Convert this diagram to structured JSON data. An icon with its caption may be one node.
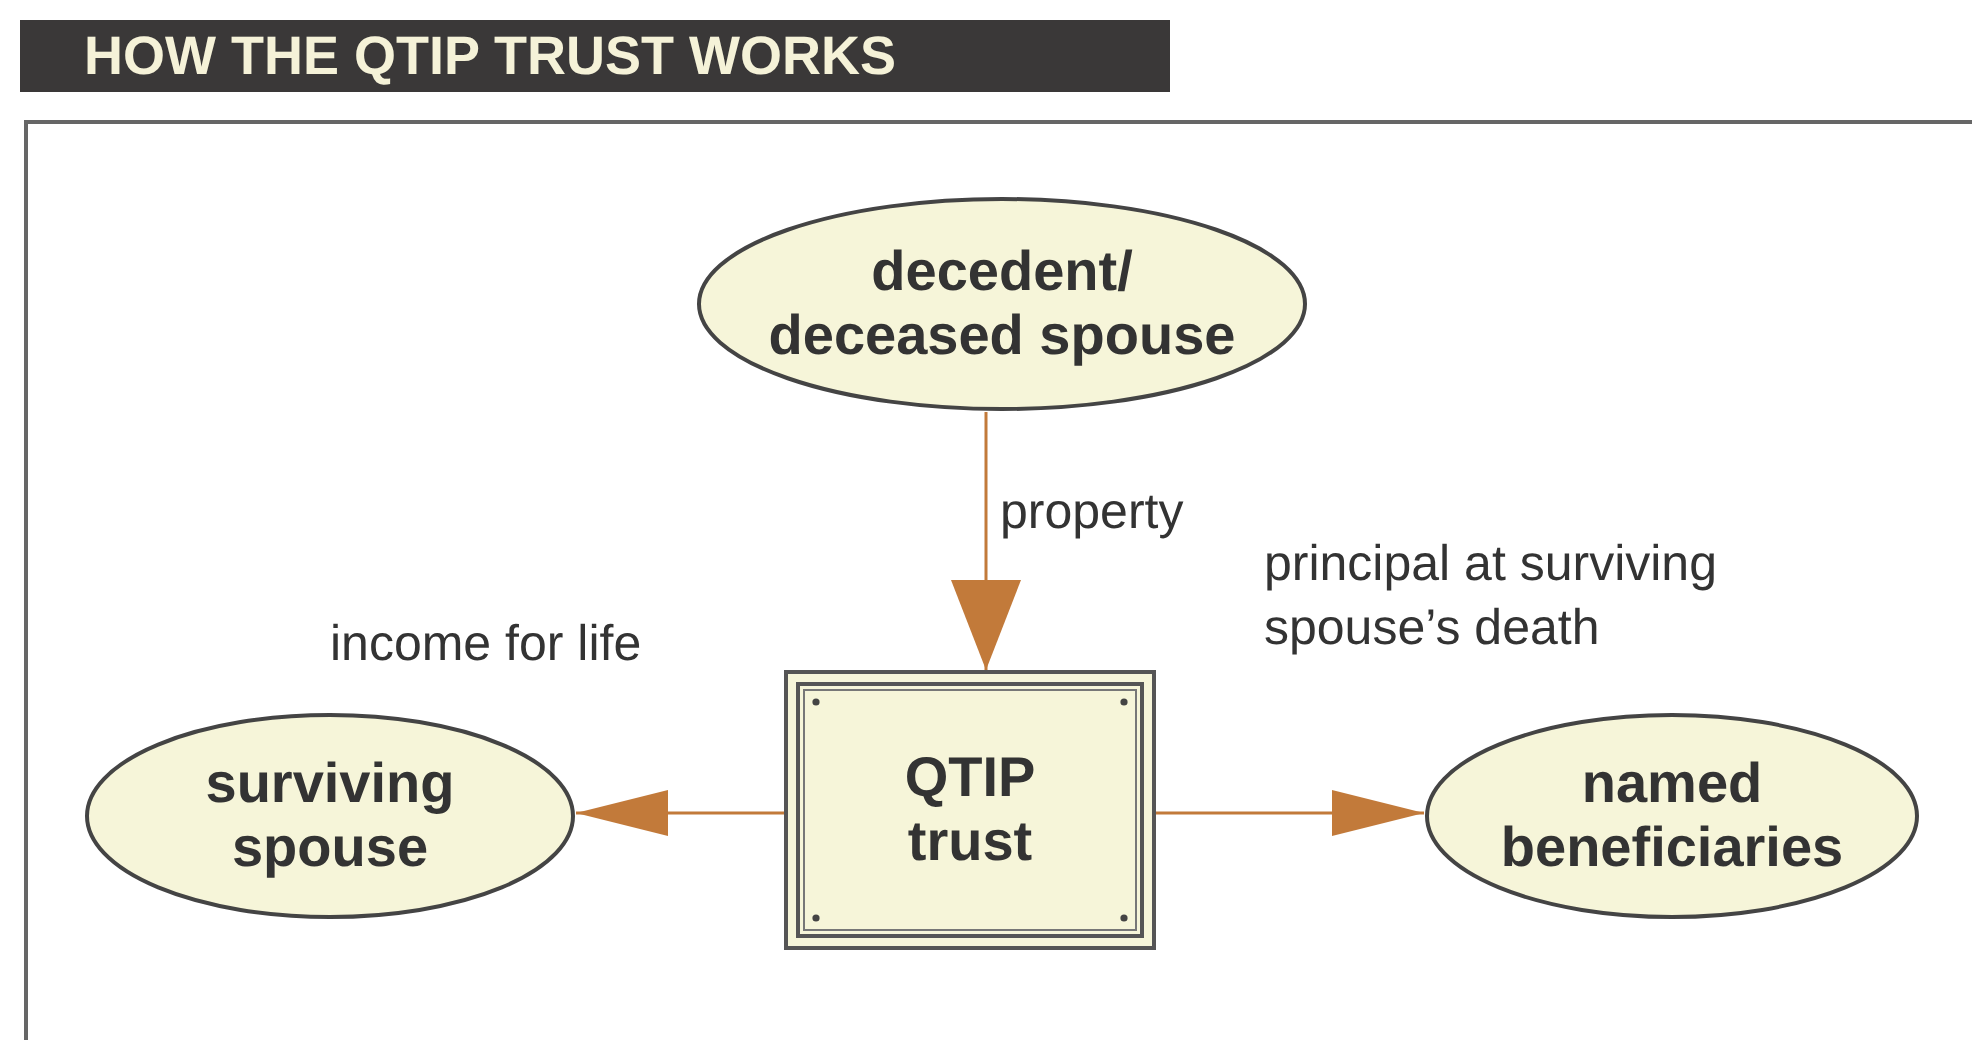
{
  "diagram": {
    "title": "HOW THE QTIP TRUST WORKS",
    "nodes": [
      {
        "text": [
          "decedent/ deceased spouse"
        ]
      },
      {
        "text": [
          "QTIP trust"
        ]
      },
      {
        "text": [
          "surviving spouse"
        ]
      },
      {
        "text": [
          "named beneficiaries"
        ]
      }
    ],
    "edges": [
      {
        "from": 0,
        "to": 1,
        "arrow": "to",
        "label": "property"
      },
      {
        "from": 1,
        "to": 2,
        "arrow": "to",
        "label": "income for life"
      },
      {
        "from": 1,
        "to": 3,
        "arrow": "to",
        "label": "principal at surviving spouse’s death"
      }
    ]
  }
}
